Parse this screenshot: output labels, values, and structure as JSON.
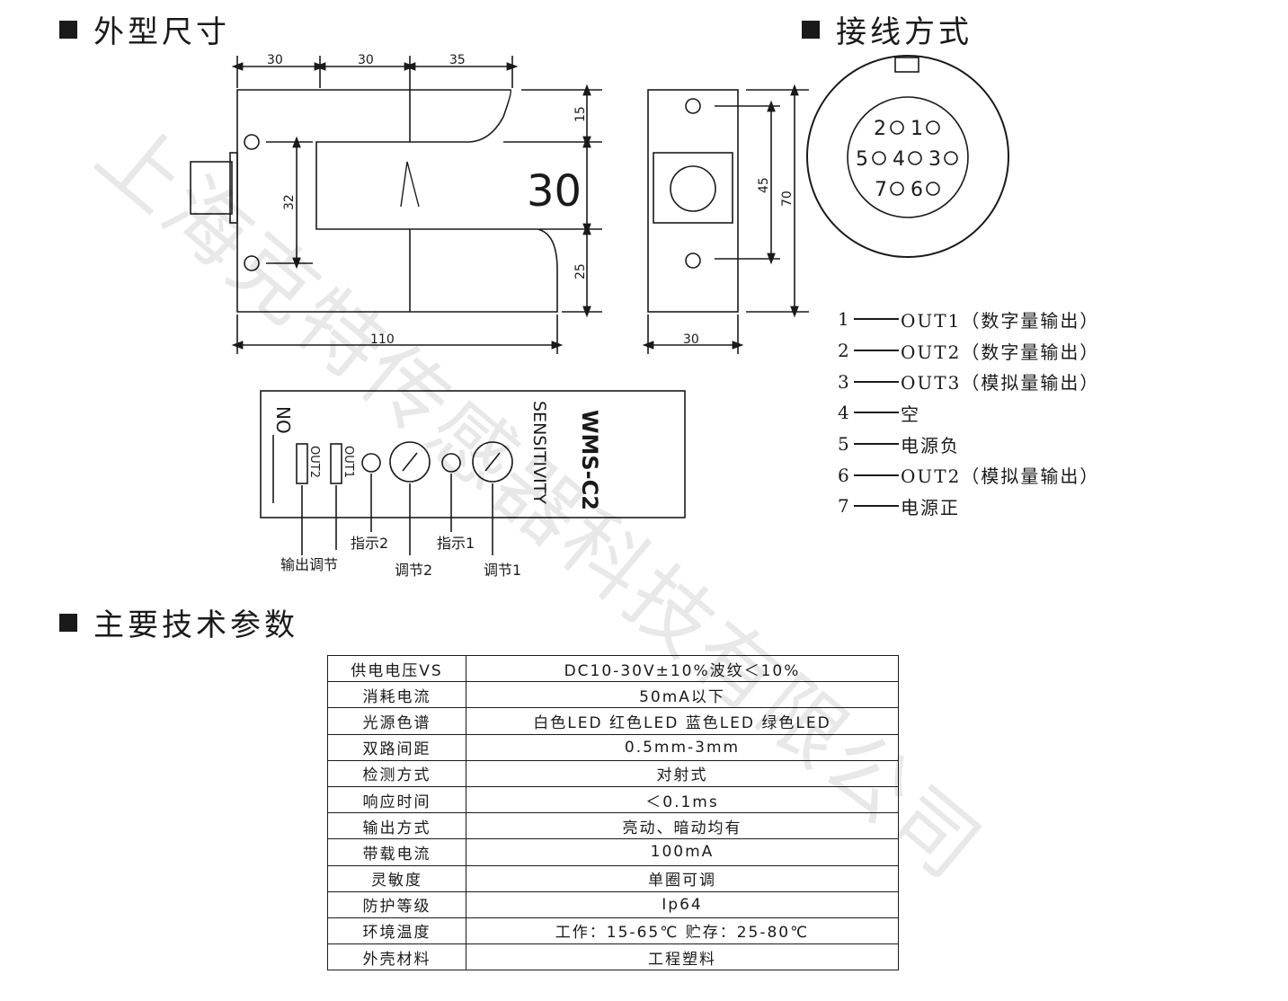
{
  "headings": {
    "dimensions": "外型尺寸",
    "wiring": "接线方式",
    "specs": "主要技术参数"
  },
  "dimensions": {
    "top_30a": "30",
    "top_30b": "30",
    "top_35": "35",
    "right_15": "15",
    "right_25": "25",
    "slot_32": "32",
    "bottom_110": "110",
    "gap_label": "30",
    "side_45": "45",
    "side_70": "70",
    "side_30": "30"
  },
  "connector_pins": {
    "row1": [
      "2",
      "1"
    ],
    "row2": [
      "5",
      "4",
      "3"
    ],
    "row3": [
      "7",
      "6"
    ]
  },
  "panel": {
    "no": "NO",
    "out2": "OUT2",
    "out1": "OUT1",
    "sensitivity": "SENSITIVITY",
    "model": "WMS-C2",
    "callout_output_adjust": "输出调节",
    "callout_indicator2": "指示2",
    "callout_adjust2": "调节2",
    "callout_indicator1": "指示1",
    "callout_adjust1": "调节1"
  },
  "wiring": [
    {
      "num": "1",
      "label": "OUT1（数字量输出）"
    },
    {
      "num": "2",
      "label": "OUT2（数字量输出）"
    },
    {
      "num": "3",
      "label": "OUT3（模拟量输出）"
    },
    {
      "num": "4",
      "label": "空"
    },
    {
      "num": "5",
      "label": "电源负"
    },
    {
      "num": "6",
      "label": "OUT2（模拟量输出）"
    },
    {
      "num": "7",
      "label": "电源正"
    }
  ],
  "specs": [
    {
      "key": "供电电压VS",
      "value": "DC10-30V±10%波纹＜10%"
    },
    {
      "key": "消耗电流",
      "value": "50mA以下"
    },
    {
      "key": "光源色谱",
      "value": "白色LED  红色LED  蓝色LED  绿色LED"
    },
    {
      "key": "双路间距",
      "value": "0.5mm-3mm"
    },
    {
      "key": "检测方式",
      "value": "对射式"
    },
    {
      "key": "响应时间",
      "value": "＜0.1ms"
    },
    {
      "key": "输出方式",
      "value": "亮动、暗动均有"
    },
    {
      "key": "带载电流",
      "value": "100mA"
    },
    {
      "key": "灵敏度",
      "value": "单圈可调"
    },
    {
      "key": "防护等级",
      "value": "Ip64"
    },
    {
      "key": "环境温度",
      "value": "工作：15-65℃    贮存：25-80℃"
    },
    {
      "key": "外壳材料",
      "value": "工程塑料"
    }
  ],
  "watermark": "上海克特传感器科技有限公司"
}
